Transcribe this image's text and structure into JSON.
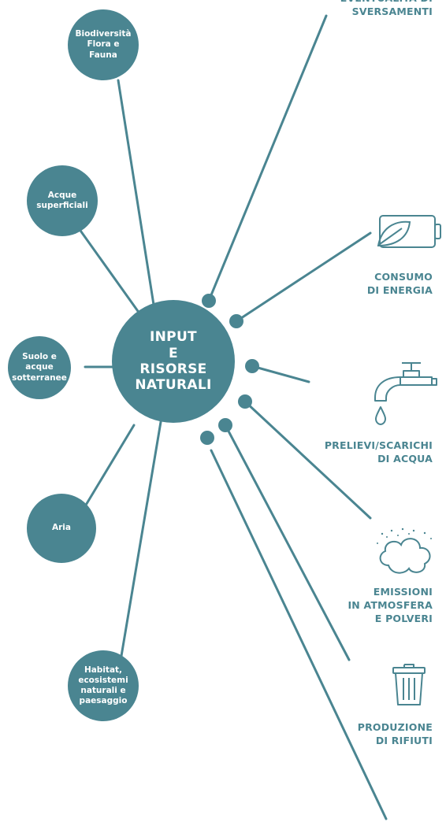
{
  "hub": {
    "label": "INPUT\nE\nRISORSE\nNATURALI"
  },
  "inputs": [
    {
      "id": "biodiversita",
      "label": "Biodiversità\nFlora e\nFauna"
    },
    {
      "id": "acque-superficiali",
      "label": "Acque\nsuperficiali"
    },
    {
      "id": "suolo",
      "label": "Suolo e\nacque\nsotterranee"
    },
    {
      "id": "aria",
      "label": "Aria"
    },
    {
      "id": "habitat",
      "label": "Habitat,\necosistemi\nnaturali e\npaesaggio"
    }
  ],
  "impacts": [
    {
      "id": "sversamenti",
      "label": "EVENTUALITÀ DI\nSVERSAMENTI"
    },
    {
      "id": "energia",
      "label": "CONSUMO\nDI ENERGIA",
      "icon": "battery-leaf-icon"
    },
    {
      "id": "acqua",
      "label": "PRELIEVI/SCARICHI\nDI ACQUA",
      "icon": "faucet-icon"
    },
    {
      "id": "emissioni",
      "label": "EMISSIONI\nIN ATMOSFERA\nE POLVERI",
      "icon": "cloud-icon"
    },
    {
      "id": "rifiuti",
      "label": "PRODUZIONE\nDI RIFIUTI",
      "icon": "trash-bin-icon"
    }
  ],
  "colors": {
    "primary": "#4a8591",
    "background": "#ffffff"
  }
}
